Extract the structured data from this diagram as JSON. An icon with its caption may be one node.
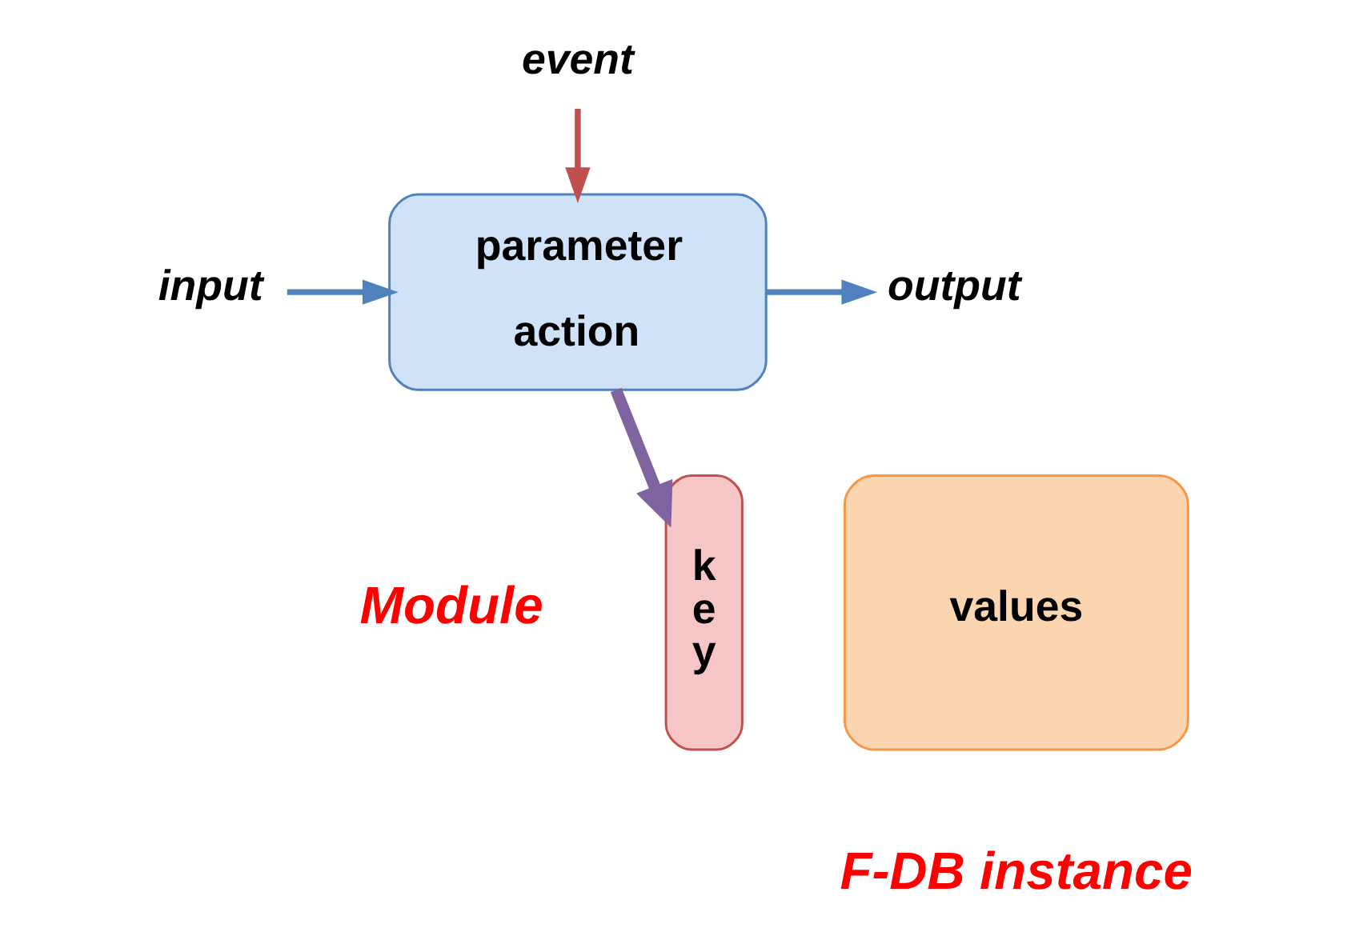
{
  "diagram": {
    "nodes": [
      {
        "text": [
          "event"
        ]
      },
      {
        "text": [
          "parameter",
          "action"
        ],
        "beside": [
          "Module"
        ]
      },
      {
        "text": [
          "input"
        ]
      },
      {
        "text": [
          "output"
        ]
      },
      {
        "text": [
          "k e y"
        ]
      },
      {
        "text": [
          "values"
        ],
        "beside": [
          "F-DB instance"
        ]
      }
    ],
    "edges": [
      {
        "from": 0,
        "to": 1,
        "arrow": "to",
        "color": "#c0504d"
      },
      {
        "from": 2,
        "to": 1,
        "arrow": "to"
      },
      {
        "from": 1,
        "to": 3,
        "arrow": "to"
      },
      {
        "from": 1,
        "to": 4,
        "arrow": "to",
        "style": "thick",
        "color": "#8064a2"
      }
    ]
  }
}
